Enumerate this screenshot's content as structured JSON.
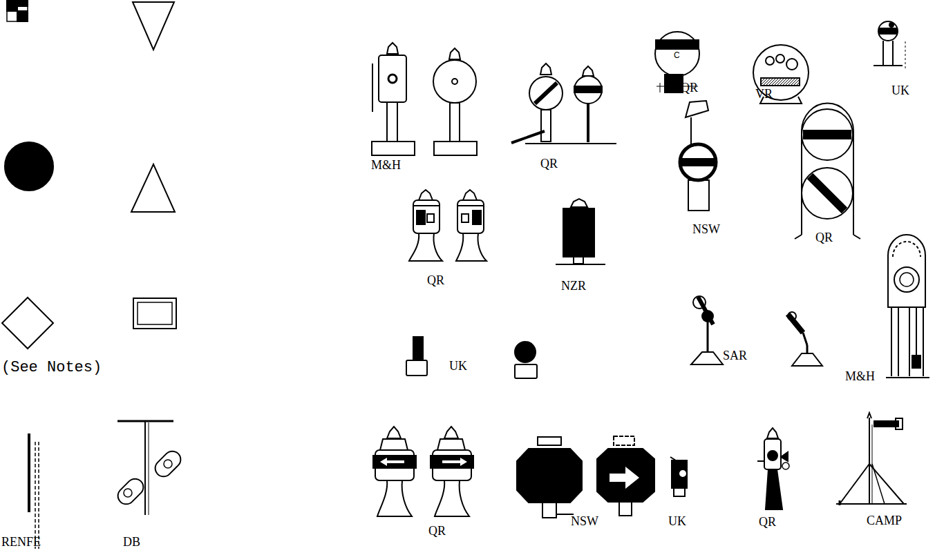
{
  "diagram": {
    "labels": [
      "(See Notes)",
      "RENFE",
      "DB",
      "M&H",
      "QR",
      "C",
      "QR",
      "VR",
      "UK",
      "NSW",
      "QR",
      "QR",
      "NZR",
      "UK",
      "SAR",
      "M&H",
      "QR",
      "NSW",
      "UK",
      "QR",
      "CAMP"
    ]
  }
}
